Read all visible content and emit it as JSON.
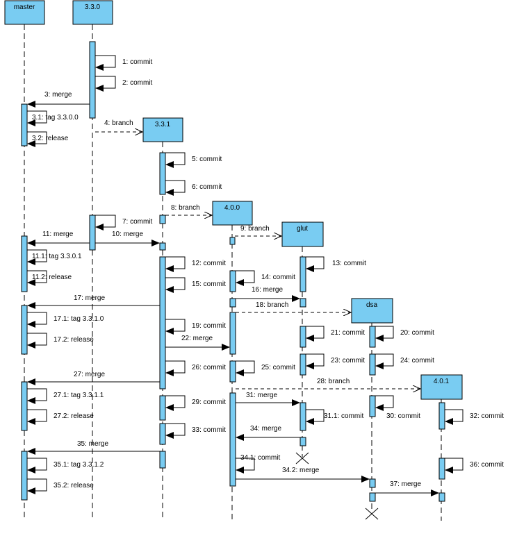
{
  "lifelines": [
    {
      "id": "master",
      "label": "master"
    },
    {
      "id": "v330",
      "label": "3.3.0"
    },
    {
      "id": "v331",
      "label": "3.3.1"
    },
    {
      "id": "v400",
      "label": "4.0.0"
    },
    {
      "id": "glut",
      "label": "glut"
    },
    {
      "id": "dsa",
      "label": "dsa"
    },
    {
      "id": "v401",
      "label": "4.0.1"
    }
  ],
  "messages": [
    {
      "label": "1: commit",
      "kind": "self"
    },
    {
      "label": "2: commit",
      "kind": "self"
    },
    {
      "label": "3: merge",
      "kind": "sync"
    },
    {
      "label": "3.1: tag 3.3.0.0",
      "kind": "self"
    },
    {
      "label": "3.2: release",
      "kind": "self"
    },
    {
      "label": "4: branch",
      "kind": "create"
    },
    {
      "label": "5: commit",
      "kind": "self"
    },
    {
      "label": "6: commit",
      "kind": "self"
    },
    {
      "label": "7: commit",
      "kind": "self"
    },
    {
      "label": "8: branch",
      "kind": "create"
    },
    {
      "label": "9: branch",
      "kind": "create"
    },
    {
      "label": "10: merge",
      "kind": "sync"
    },
    {
      "label": "11: merge",
      "kind": "sync"
    },
    {
      "label": "11.1: tag 3.3.0.1",
      "kind": "self"
    },
    {
      "label": "11.2: release",
      "kind": "self"
    },
    {
      "label": "12: commit",
      "kind": "self"
    },
    {
      "label": "13: commit",
      "kind": "self"
    },
    {
      "label": "14: commit",
      "kind": "self"
    },
    {
      "label": "15: commit",
      "kind": "self"
    },
    {
      "label": "16: merge",
      "kind": "sync"
    },
    {
      "label": "17: merge",
      "kind": "sync"
    },
    {
      "label": "17.1: tag 3.3.1.0",
      "kind": "self"
    },
    {
      "label": "17.2: release",
      "kind": "self"
    },
    {
      "label": "18: branch",
      "kind": "create"
    },
    {
      "label": "19: commit",
      "kind": "self"
    },
    {
      "label": "20: commit",
      "kind": "self"
    },
    {
      "label": "21: commit",
      "kind": "self"
    },
    {
      "label": "22: merge",
      "kind": "sync"
    },
    {
      "label": "23: commit",
      "kind": "self"
    },
    {
      "label": "24: commit",
      "kind": "self"
    },
    {
      "label": "25: commit",
      "kind": "self"
    },
    {
      "label": "26: commit",
      "kind": "self"
    },
    {
      "label": "27: merge",
      "kind": "sync"
    },
    {
      "label": "27.1: tag 3.3.1.1",
      "kind": "self"
    },
    {
      "label": "27.2: release",
      "kind": "self"
    },
    {
      "label": "28: branch",
      "kind": "create"
    },
    {
      "label": "29: commit",
      "kind": "self"
    },
    {
      "label": "30: commit",
      "kind": "self"
    },
    {
      "label": "31: merge",
      "kind": "sync"
    },
    {
      "label": "31.1: commit",
      "kind": "self"
    },
    {
      "label": "32: commit",
      "kind": "self"
    },
    {
      "label": "33: commit",
      "kind": "self"
    },
    {
      "label": "34: merge",
      "kind": "sync"
    },
    {
      "label": "34.1: commit",
      "kind": "self"
    },
    {
      "label": "34.2: merge",
      "kind": "sync"
    },
    {
      "label": "35: merge",
      "kind": "sync"
    },
    {
      "label": "35.1: tag 3.3.1.2",
      "kind": "self"
    },
    {
      "label": "35.2: release",
      "kind": "self"
    },
    {
      "label": "36: commit",
      "kind": "self"
    },
    {
      "label": "37: merge",
      "kind": "sync"
    }
  ],
  "colors": {
    "box_fill": "#79ccf2",
    "line": "#000000"
  }
}
